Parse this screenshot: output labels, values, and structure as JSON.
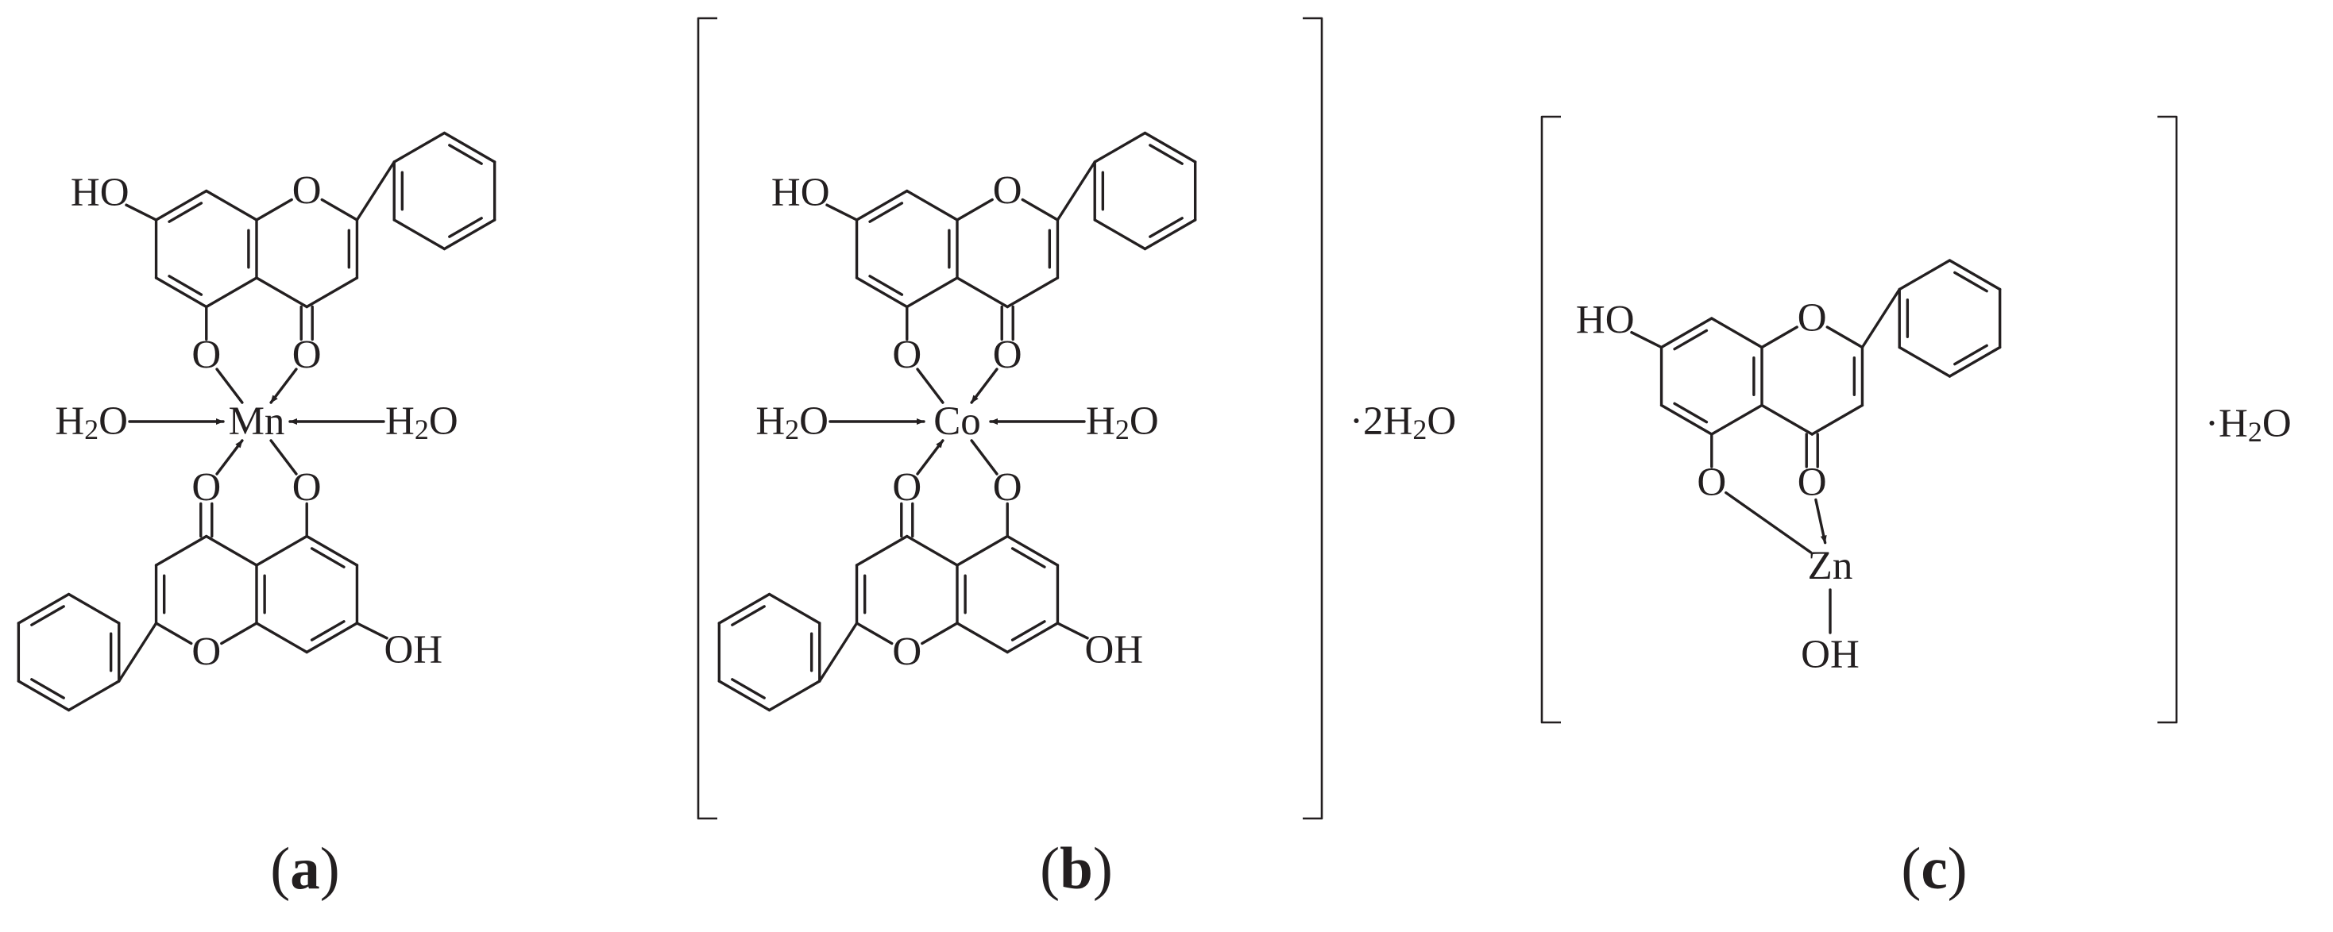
{
  "colors": {
    "ink": "#231f20",
    "background": "#ffffff"
  },
  "labels": {
    "hydroxyl": "HO",
    "hydroxyl_r": "OH",
    "oxygen": "O",
    "water": "H",
    "water_sub": "2",
    "water_tail": "O"
  },
  "panels": [
    {
      "id": "a",
      "metal": "Mn",
      "tag_open": "(",
      "tag_letter": "a",
      "tag_close": ")"
    },
    {
      "id": "b",
      "metal": "Co",
      "hydrate": {
        "dot": "·",
        "count": "2",
        "h": "H",
        "sub": "2",
        "o": "O"
      },
      "tag_open": "(",
      "tag_letter": "b",
      "tag_close": ")"
    },
    {
      "id": "c",
      "metal": "Zn",
      "ligand": "OH",
      "hydrate": {
        "dot": "·",
        "h": "H",
        "sub": "2",
        "o": "O"
      },
      "tag_open": "(",
      "tag_letter": "c",
      "tag_close": ")"
    }
  ]
}
